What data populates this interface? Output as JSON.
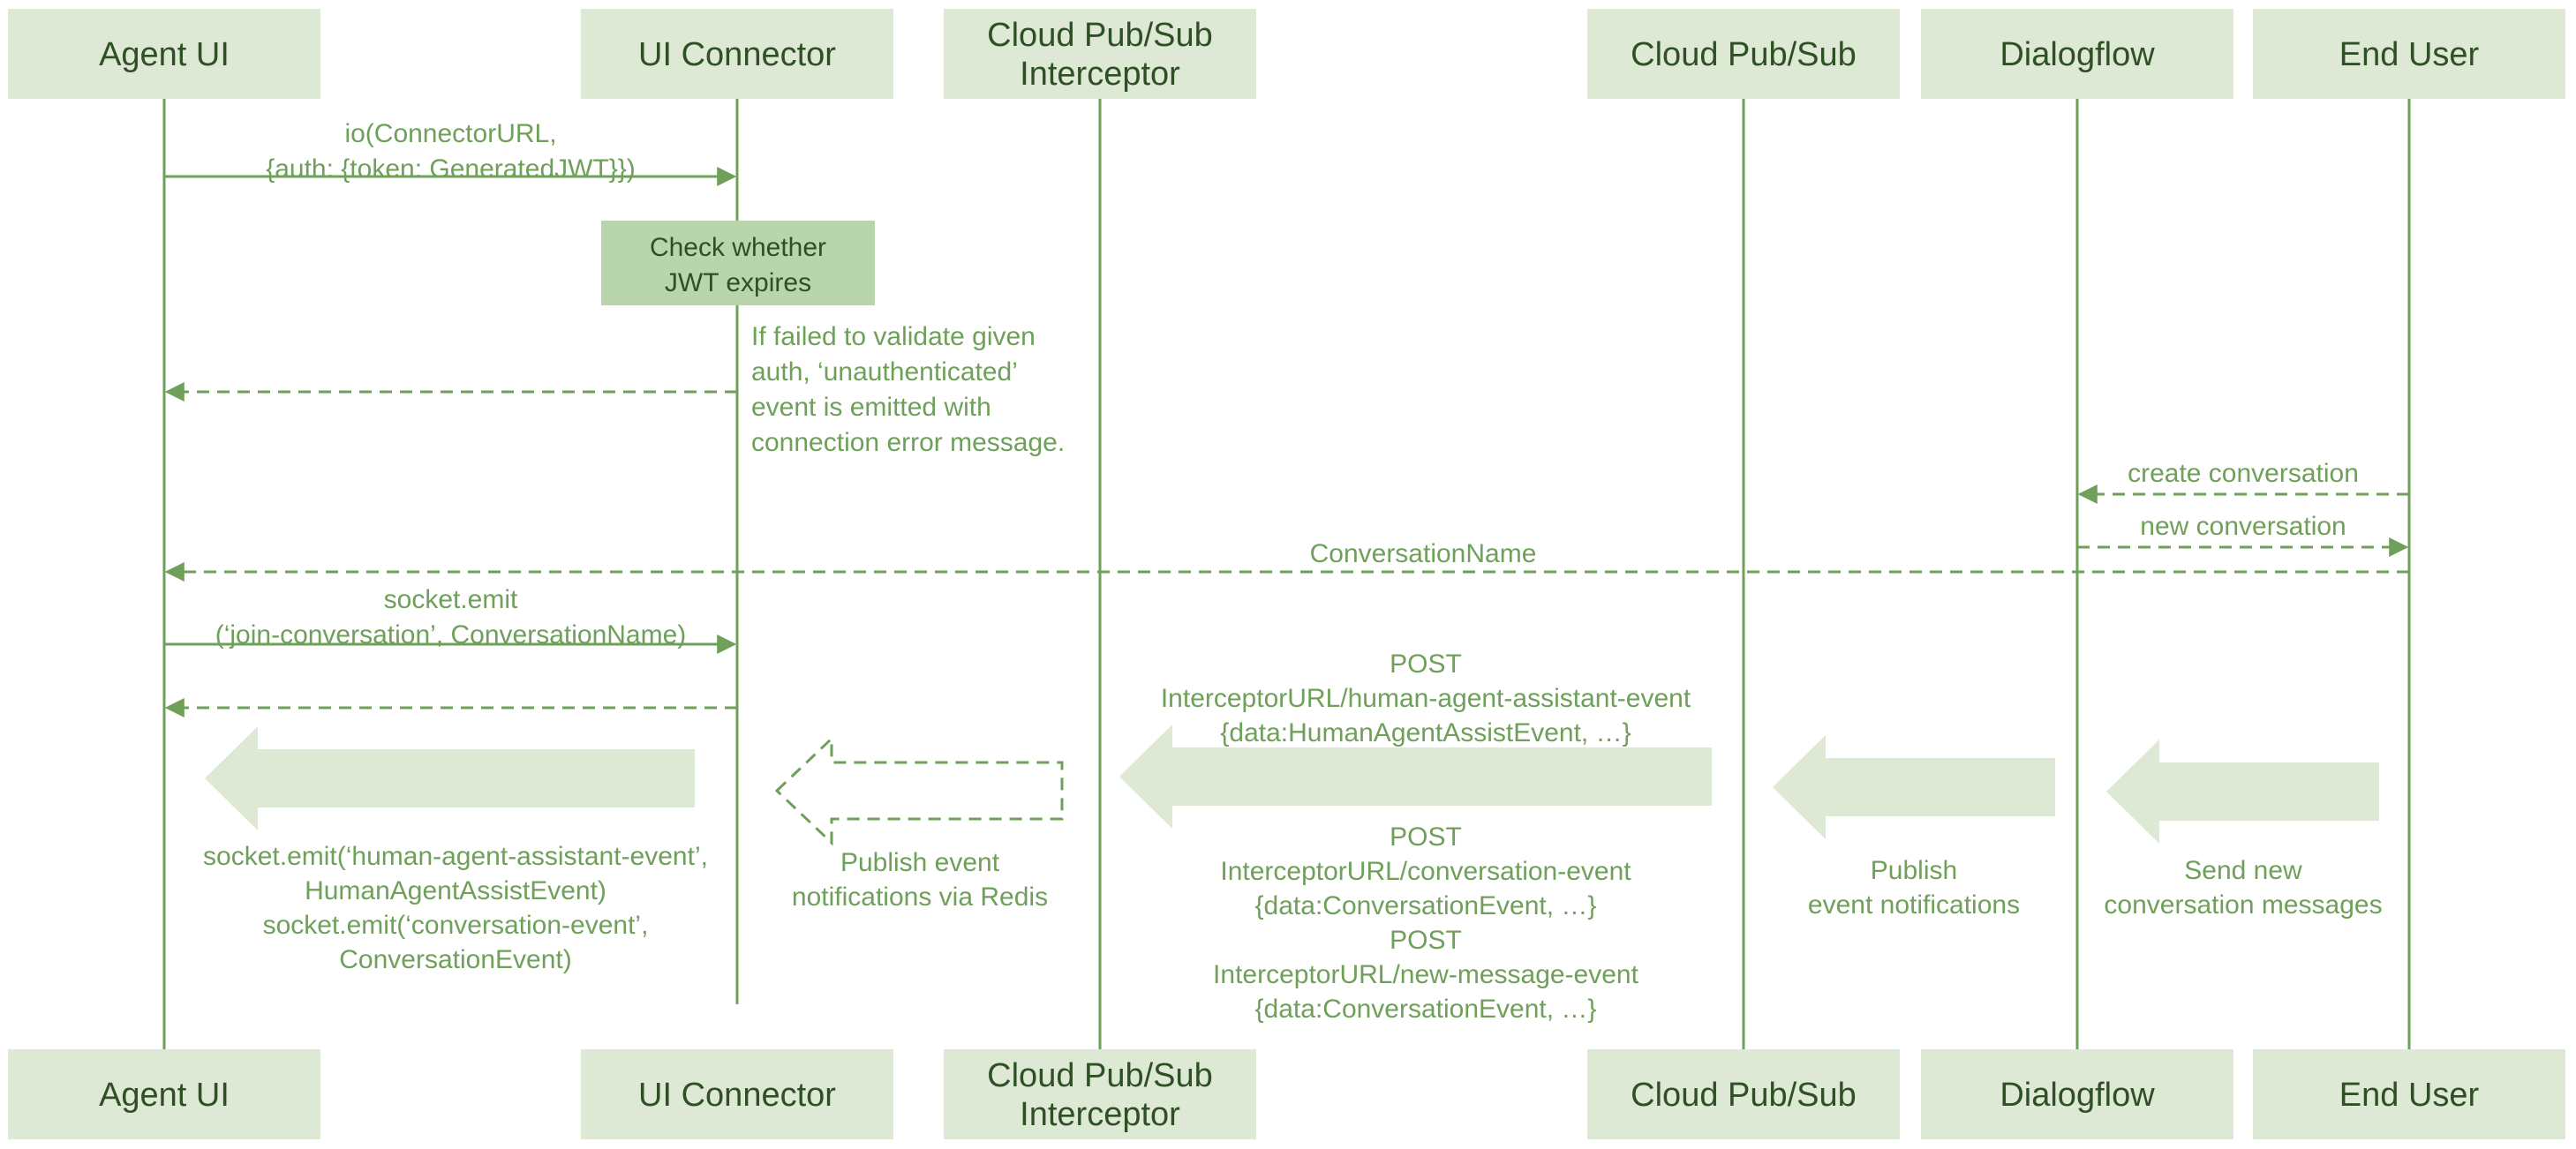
{
  "colors": {
    "actor_fill": "#dde8d5",
    "actor_text": "#2f4f24",
    "line": "#6fa05a",
    "label": "#6fa05a",
    "note_fill": "#b9d5ab",
    "note_text": "#2f4f24",
    "arrow_fill": "#dde8d5"
  },
  "participants": [
    {
      "id": "agent-ui",
      "name": [
        "Agent UI"
      ]
    },
    {
      "id": "ui-connector",
      "name": [
        "UI Connector"
      ]
    },
    {
      "id": "interceptor",
      "name": [
        "Cloud Pub/Sub",
        "Interceptor"
      ]
    },
    {
      "id": "pubsub",
      "name": [
        "Cloud Pub/Sub"
      ]
    },
    {
      "id": "dialogflow",
      "name": [
        "Dialogflow"
      ]
    },
    {
      "id": "end-user",
      "name": [
        "End User"
      ]
    }
  ],
  "messages": [
    {
      "id": "io-connect",
      "from": "agent-ui",
      "to": "ui-connector",
      "style": "solid",
      "label": [
        "io(ConnectorURL,",
        "{auth: {token: GeneratedJWT}})"
      ]
    },
    {
      "id": "unauth-return",
      "from": "ui-connector",
      "to": "agent-ui",
      "style": "dashed",
      "label": []
    },
    {
      "id": "create-conversation",
      "from": "end-user",
      "to": "dialogflow",
      "style": "dashed",
      "label": [
        "create conversation"
      ]
    },
    {
      "id": "new-conversation",
      "from": "dialogflow",
      "to": "end-user",
      "style": "dashed",
      "label": [
        "new conversation"
      ]
    },
    {
      "id": "conversation-name",
      "from": "end-user",
      "to": "agent-ui",
      "style": "dashed",
      "label": [
        "ConversationName"
      ]
    },
    {
      "id": "join-conversation",
      "from": "agent-ui",
      "to": "ui-connector",
      "style": "solid",
      "label": [
        "socket.emit",
        "(‘join-conversation’, ConversationName)"
      ]
    },
    {
      "id": "join-return",
      "from": "ui-connector",
      "to": "agent-ui",
      "style": "dashed",
      "label": []
    }
  ],
  "notes": {
    "jwt_check": [
      "Check whether",
      "JWT expires"
    ],
    "auth_fail": [
      "If failed to validate given",
      "auth, ‘unauthenticated’",
      "event is emitted with",
      "connection error message."
    ]
  },
  "flows": [
    {
      "id": "send-messages",
      "label": [
        "Send new",
        "conversation messages"
      ]
    },
    {
      "id": "publish-notifications",
      "label": [
        "Publish",
        "event notifications"
      ]
    },
    {
      "id": "post-human-agent",
      "label": [
        "POST",
        "InterceptorURL/human-agent-assistant-event",
        "{data:HumanAgentAssistEvent, …}"
      ]
    },
    {
      "id": "post-events",
      "label": [
        "POST",
        "InterceptorURL/conversation-event",
        "{data:ConversationEvent, …}",
        "POST",
        "InterceptorURL/new-message-event",
        "{data:ConversationEvent, …}"
      ]
    },
    {
      "id": "publish-redis",
      "label": [
        "Publish event",
        "notifications via Redis"
      ]
    },
    {
      "id": "socket-emit-events",
      "label": [
        "socket.emit(‘human-agent-assistant-event’,",
        "HumanAgentAssistEvent)",
        "socket.emit(‘conversation-event’,",
        "ConversationEvent)"
      ]
    }
  ]
}
